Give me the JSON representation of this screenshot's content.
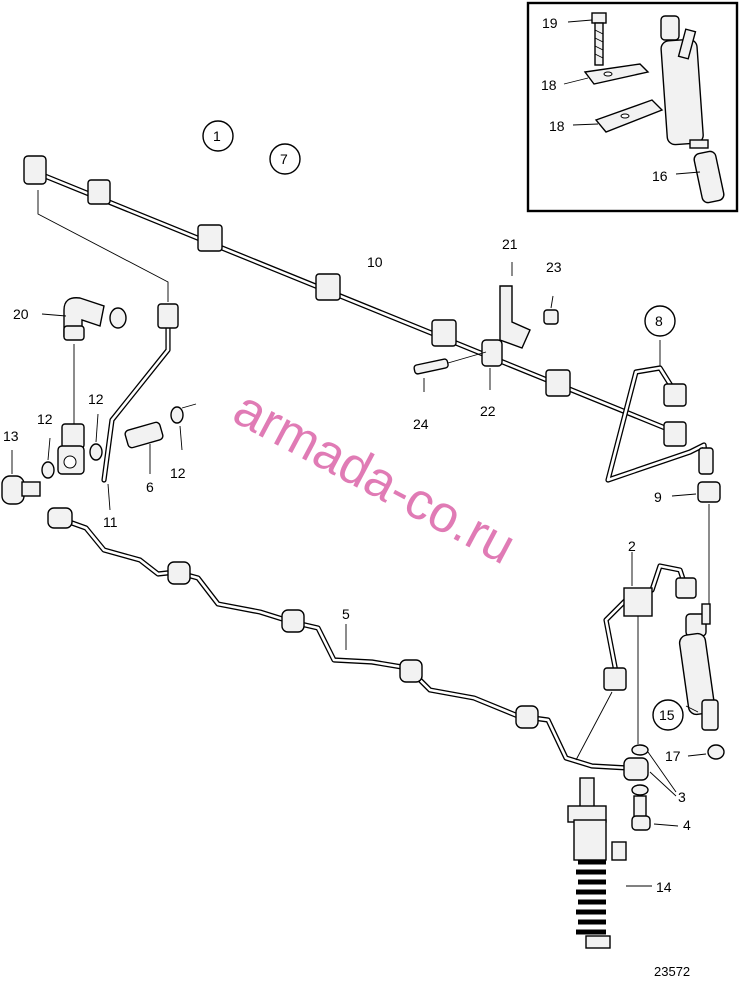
{
  "drawing_number": "23572",
  "watermark": "armada-co.ru",
  "callouts": {
    "c1": "1",
    "c7": "7",
    "c8": "8",
    "c15": "15",
    "c10": "10",
    "c21": "21",
    "c22": "22",
    "c23": "23",
    "c24": "24",
    "c20": "20",
    "c12a": "12",
    "c12b": "12",
    "c12c": "12",
    "c13": "13",
    "c11": "11",
    "c6": "6",
    "c5": "5",
    "c2": "2",
    "c9": "9",
    "c3": "3",
    "c4": "4",
    "c14": "14",
    "c17": "17",
    "c19": "19",
    "c18a": "18",
    "c18b": "18",
    "c16": "16"
  }
}
